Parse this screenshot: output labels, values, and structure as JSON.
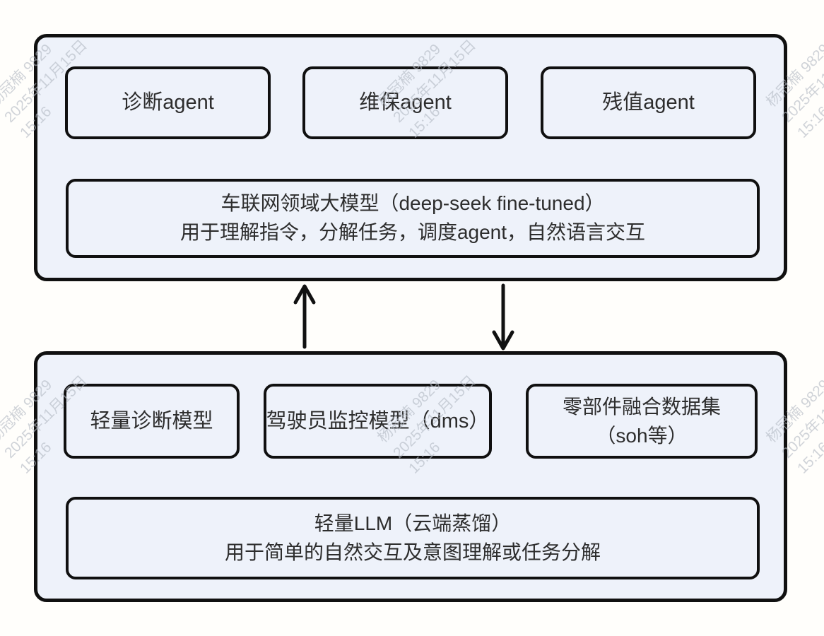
{
  "watermark": {
    "owner": "杨冠楠 9829",
    "date": "2025年11月15日",
    "time": "15:16"
  },
  "top_group": {
    "agents": [
      "诊断agent",
      "维保agent",
      "残值agent"
    ],
    "model": {
      "line1": "车联网领域大模型（deep-seek fine-tuned）",
      "line2": "用于理解指令，分解任务，调度agent，自然语言交互"
    }
  },
  "bottom_group": {
    "lite_diagnosis": "轻量诊断模型",
    "dms": "驾驶员监控模型（dms）",
    "dataset_line1": "零部件融合数据集",
    "dataset_line2": "（soh等）",
    "llm": {
      "line1": "轻量LLM（云端蒸馏）",
      "line2": "用于简单的自然交互及意图理解或任务分解"
    }
  },
  "colors": {
    "box_fill": "#eef2fa",
    "box_border": "#101010",
    "text": "#2d2d2d",
    "background": "#fffefb",
    "watermark": "#b4bac4"
  }
}
